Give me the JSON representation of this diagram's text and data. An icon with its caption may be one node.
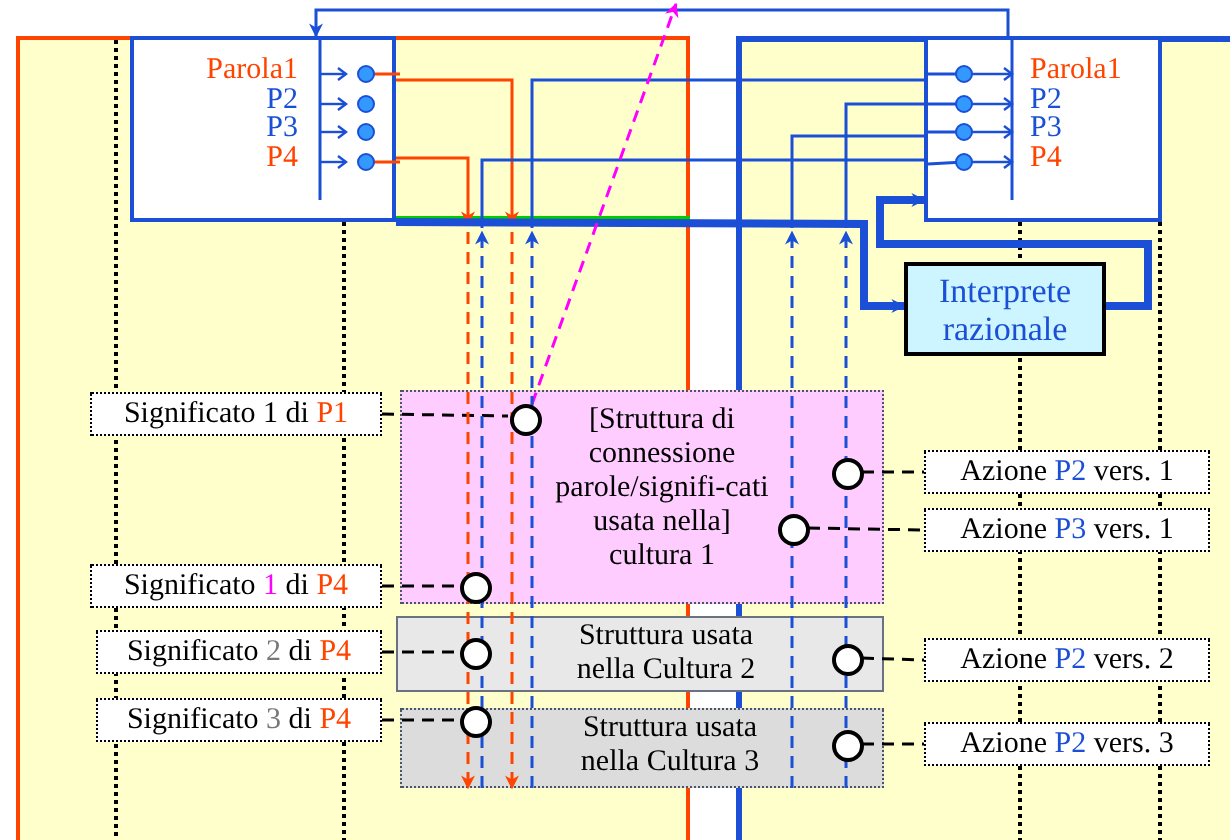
{
  "diagram": {
    "nodes": [
      {
        "text": [
          "Parola1",
          "P2",
          "P3",
          "P4"
        ]
      },
      {
        "text": [
          "Parola1",
          "P2",
          "P3",
          "P4"
        ]
      },
      {
        "text": [
          "Interprete razionale"
        ]
      },
      {
        "text": [
          "[Struttura di connessione parole/signifi-cati usata nella] cultura 1"
        ]
      },
      {
        "text": [
          "Struttura usata nella Cultura 2"
        ]
      },
      {
        "text": [
          "Struttura usata nella Cultura 3"
        ]
      },
      {
        "text": [
          "Significato 1 di P1"
        ]
      },
      {
        "text": [
          "Significato 1 di P4"
        ]
      },
      {
        "text": [
          "Significato 2 di P4"
        ]
      },
      {
        "text": [
          "Significato 3 di P4"
        ]
      },
      {
        "text": [
          "Azione P2 vers. 1"
        ]
      },
      {
        "text": [
          "Azione P3 vers. 1"
        ]
      },
      {
        "text": [
          "Azione P2 vers. 2"
        ]
      },
      {
        "text": [
          "Azione P2 vers. 3"
        ]
      },
      {
        "text": [],
        "shape": "circle",
        "in": 3
      },
      {
        "text": [],
        "shape": "circle",
        "in": 3
      },
      {
        "text": [],
        "shape": "circle",
        "in": 4
      },
      {
        "text": [],
        "shape": "circle",
        "in": 5
      },
      {
        "text": [],
        "shape": "circle",
        "in": 3
      },
      {
        "text": [],
        "shape": "circle",
        "in": 3
      },
      {
        "text": [],
        "shape": "circle",
        "in": 4
      },
      {
        "text": [],
        "shape": "circle",
        "in": 5
      }
    ],
    "edges": [
      {
        "from": 0,
        "to": null,
        "arrow": "to",
        "color": "#ff4400"
      },
      {
        "from": 0,
        "to": null,
        "arrow": "to",
        "color": "#ff4400"
      },
      {
        "from": null,
        "to": 1,
        "arrow": "none",
        "color": "#1a4fd6"
      },
      {
        "from": null,
        "to": 1,
        "arrow": "none",
        "color": "#1a4fd6"
      },
      {
        "from": null,
        "to": 1,
        "arrow": "none",
        "color": "#1a4fd6"
      },
      {
        "from": null,
        "to": 1,
        "arrow": "none",
        "color": "#1a4fd6"
      },
      {
        "from": 1,
        "to": 0,
        "arrow": "to",
        "color": "#1a4fd6"
      },
      {
        "from": 0,
        "to": 2,
        "arrow": "to",
        "style": "thick",
        "color": "#1a4fd6"
      },
      {
        "from": 2,
        "to": 1,
        "arrow": "to",
        "style": "thick",
        "color": "#1a4fd6"
      },
      {
        "from": 14,
        "to": null,
        "arrow": "to",
        "style": "dashed",
        "color": "#ff00ff"
      },
      {
        "from": 6,
        "to": 14,
        "arrow": "none",
        "style": "dashed",
        "color": "#000000"
      },
      {
        "from": 7,
        "to": 15,
        "arrow": "none",
        "style": "dashed",
        "color": "#000000"
      },
      {
        "from": 8,
        "to": 16,
        "arrow": "none",
        "style": "dashed",
        "color": "#000000"
      },
      {
        "from": 9,
        "to": 17,
        "arrow": "none",
        "style": "dashed",
        "color": "#000000"
      },
      {
        "from": 18,
        "to": 10,
        "arrow": "none",
        "style": "dashed",
        "color": "#000000"
      },
      {
        "from": 19,
        "to": 11,
        "arrow": "none",
        "style": "dashed",
        "color": "#000000"
      },
      {
        "from": 20,
        "to": 12,
        "arrow": "none",
        "style": "dashed",
        "color": "#000000"
      },
      {
        "from": 21,
        "to": 13,
        "arrow": "none",
        "style": "dashed",
        "color": "#000000"
      },
      {
        "from": null,
        "to": 5,
        "arrow": "to",
        "style": "dashed",
        "color": "#ff4400"
      },
      {
        "from": null,
        "to": 5,
        "arrow": "to",
        "style": "dashed",
        "color": "#ff4400"
      },
      {
        "from": 5,
        "to": null,
        "arrow": "to",
        "style": "dashed",
        "color": "#1a4fd6"
      },
      {
        "from": 5,
        "to": null,
        "arrow": "to",
        "style": "dashed",
        "color": "#1a4fd6"
      },
      {
        "from": 5,
        "to": null,
        "arrow": "to",
        "style": "dashed",
        "color": "#1a4fd6"
      },
      {
        "from": 5,
        "to": null,
        "arrow": "to",
        "style": "dashed",
        "color": "#1a4fd6"
      }
    ]
  }
}
